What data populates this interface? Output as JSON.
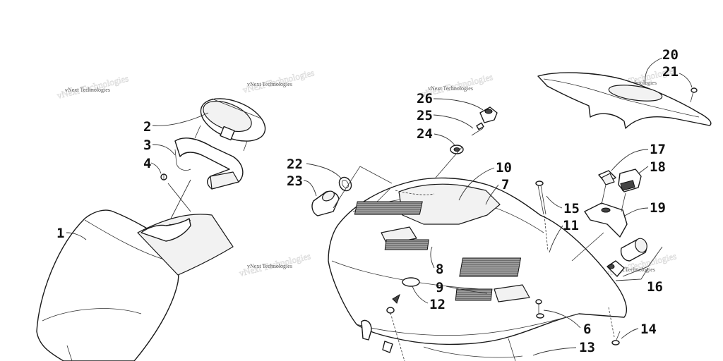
{
  "watermark": "vNext Technologies",
  "callouts": [
    {
      "id": "1",
      "label": "1"
    },
    {
      "id": "2",
      "label": "2"
    },
    {
      "id": "3",
      "label": "3"
    },
    {
      "id": "4",
      "label": "4"
    },
    {
      "id": "6",
      "label": "6"
    },
    {
      "id": "7",
      "label": "7"
    },
    {
      "id": "8",
      "label": "8"
    },
    {
      "id": "9",
      "label": "9"
    },
    {
      "id": "10",
      "label": "10"
    },
    {
      "id": "11",
      "label": "11"
    },
    {
      "id": "12",
      "label": "12"
    },
    {
      "id": "13",
      "label": "13"
    },
    {
      "id": "14",
      "label": "14"
    },
    {
      "id": "15",
      "label": "15"
    },
    {
      "id": "16",
      "label": "16"
    },
    {
      "id": "17",
      "label": "17"
    },
    {
      "id": "18",
      "label": "18"
    },
    {
      "id": "19",
      "label": "19"
    },
    {
      "id": "20",
      "label": "20"
    },
    {
      "id": "21",
      "label": "21"
    },
    {
      "id": "22",
      "label": "22"
    },
    {
      "id": "23",
      "label": "23"
    },
    {
      "id": "24",
      "label": "24"
    },
    {
      "id": "25",
      "label": "25"
    },
    {
      "id": "26",
      "label": "26"
    }
  ]
}
